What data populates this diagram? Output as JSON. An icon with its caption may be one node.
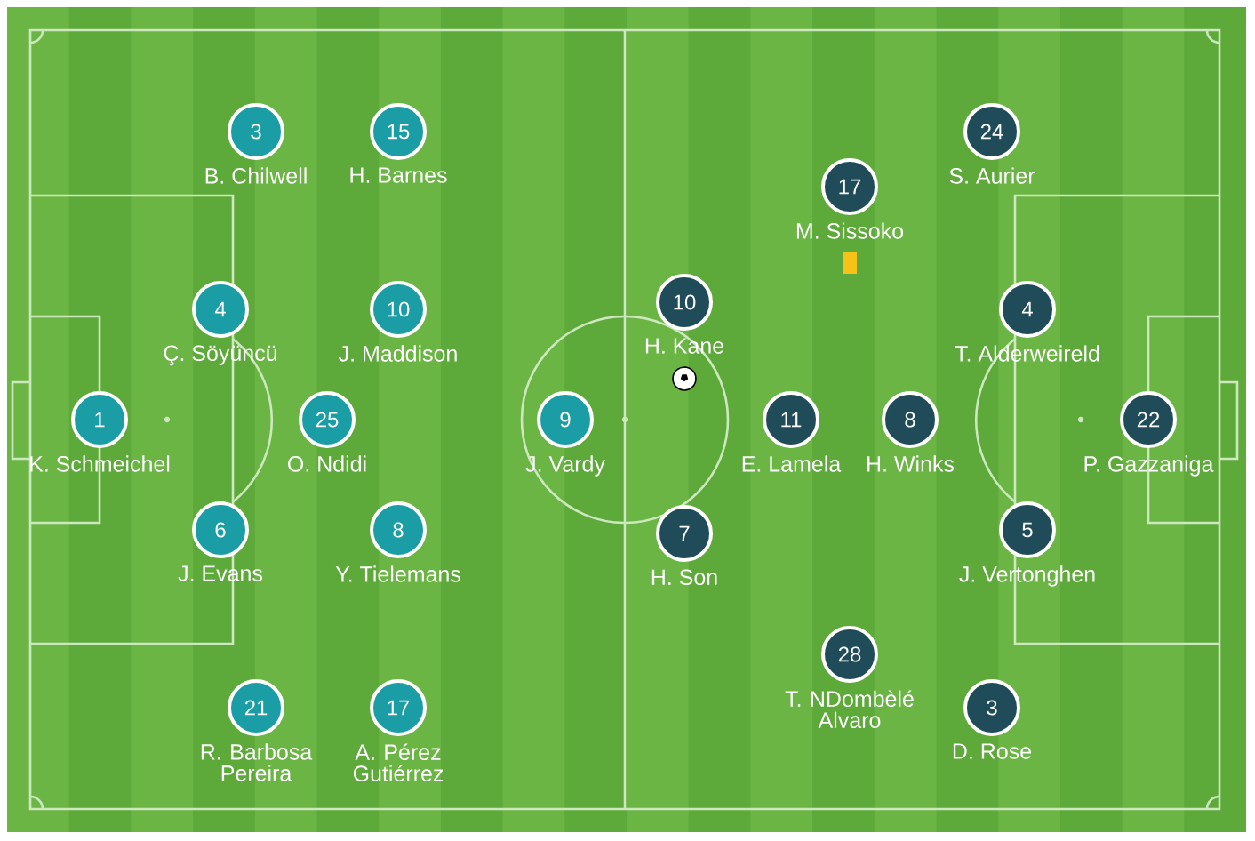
{
  "diagram": {
    "nodes": [
      {
        "text": [
          "1"
        ],
        "beside": [
          "K. Schmeichel"
        ]
      },
      {
        "text": [
          "3"
        ],
        "beside": [
          "B. Chilwell"
        ]
      },
      {
        "text": [
          "4"
        ],
        "beside": [
          "Ç. Söyüncü"
        ]
      },
      {
        "text": [
          "6"
        ],
        "beside": [
          "J. Evans"
        ]
      },
      {
        "text": [
          "21"
        ],
        "beside": [
          "R. Barbosa Pereira"
        ]
      },
      {
        "text": [
          "25"
        ],
        "beside": [
          "O. Ndidi"
        ]
      },
      {
        "text": [
          "15"
        ],
        "beside": [
          "H. Barnes"
        ]
      },
      {
        "text": [
          "10"
        ],
        "beside": [
          "J. Maddison"
        ]
      },
      {
        "text": [
          "8"
        ],
        "beside": [
          "Y. Tielemans"
        ]
      },
      {
        "text": [
          "17"
        ],
        "beside": [
          "A. Pérez Gutiérrez"
        ]
      },
      {
        "text": [
          "9"
        ],
        "beside": [
          "J. Vardy"
        ]
      },
      {
        "text": [
          "10"
        ],
        "beside": [
          "H. Kane"
        ]
      },
      {
        "text": [
          "7"
        ],
        "beside": [
          "H. Son"
        ]
      },
      {
        "text": [
          "11"
        ],
        "beside": [
          "E. Lamela"
        ]
      },
      {
        "text": [
          "17"
        ],
        "beside": [
          "M. Sissoko"
        ]
      },
      {
        "text": [
          "28"
        ],
        "beside": [
          "T. NDombèlé Alvaro"
        ]
      },
      {
        "text": [
          "8"
        ],
        "beside": [
          "H. Winks"
        ]
      },
      {
        "text": [
          "24"
        ],
        "beside": [
          "S. Aurier"
        ]
      },
      {
        "text": [
          "4"
        ],
        "beside": [
          "T. Alderweireld"
        ]
      },
      {
        "text": [
          "5"
        ],
        "beside": [
          "J. Vertonghen"
        ]
      },
      {
        "text": [
          "3"
        ],
        "beside": [
          "D. Rose"
        ]
      },
      {
        "text": [
          "22"
        ],
        "beside": [
          "P. Gazzaniga"
        ]
      }
    ]
  }
}
